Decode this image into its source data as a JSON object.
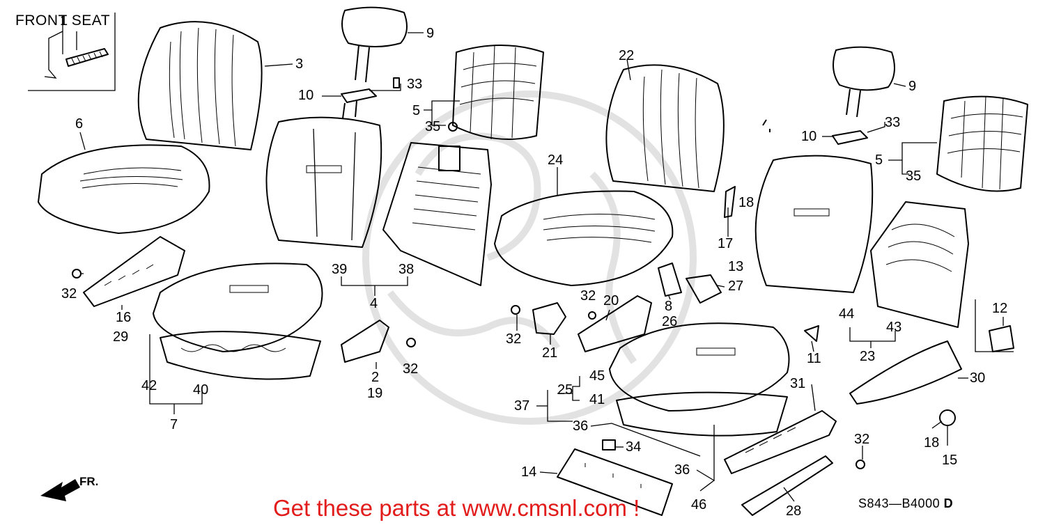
{
  "title": "FRONT SEAT",
  "diagram_code": "S843—B4000",
  "diagram_suffix": "D",
  "banner": "Get these parts at www.cmsnl.com !",
  "direction_label": "FR.",
  "callouts": [
    {
      "id": "c3",
      "text": "3"
    },
    {
      "id": "c6",
      "text": "6"
    },
    {
      "id": "c9a",
      "text": "9"
    },
    {
      "id": "c10a",
      "text": "10"
    },
    {
      "id": "c33a",
      "text": "33"
    },
    {
      "id": "c5a",
      "text": "5"
    },
    {
      "id": "c35a",
      "text": "35"
    },
    {
      "id": "c22",
      "text": "22"
    },
    {
      "id": "c9b",
      "text": "9"
    },
    {
      "id": "c10b",
      "text": "10"
    },
    {
      "id": "c33b",
      "text": "33"
    },
    {
      "id": "c5b",
      "text": "5"
    },
    {
      "id": "c35b",
      "text": "35"
    },
    {
      "id": "c24",
      "text": "24"
    },
    {
      "id": "c18a",
      "text": "18"
    },
    {
      "id": "c17",
      "text": "17"
    },
    {
      "id": "c13",
      "text": "13"
    },
    {
      "id": "c27",
      "text": "27"
    },
    {
      "id": "c8",
      "text": "8"
    },
    {
      "id": "c26",
      "text": "26"
    },
    {
      "id": "c39",
      "text": "39"
    },
    {
      "id": "c38",
      "text": "38"
    },
    {
      "id": "c4",
      "text": "4"
    },
    {
      "id": "c32a",
      "text": "32"
    },
    {
      "id": "c16",
      "text": "16"
    },
    {
      "id": "c29",
      "text": "29"
    },
    {
      "id": "c32b",
      "text": "32"
    },
    {
      "id": "c20",
      "text": "20"
    },
    {
      "id": "c32c",
      "text": "32"
    },
    {
      "id": "c21",
      "text": "21"
    },
    {
      "id": "c2",
      "text": "2"
    },
    {
      "id": "c19",
      "text": "19"
    },
    {
      "id": "c32d",
      "text": "32"
    },
    {
      "id": "c42",
      "text": "42"
    },
    {
      "id": "c40",
      "text": "40"
    },
    {
      "id": "c7",
      "text": "7"
    },
    {
      "id": "c44",
      "text": "44"
    },
    {
      "id": "c43",
      "text": "43"
    },
    {
      "id": "c23",
      "text": "23"
    },
    {
      "id": "c12",
      "text": "12"
    },
    {
      "id": "c11",
      "text": "11"
    },
    {
      "id": "c45",
      "text": "45"
    },
    {
      "id": "c25",
      "text": "25"
    },
    {
      "id": "c41",
      "text": "41"
    },
    {
      "id": "c37",
      "text": "37"
    },
    {
      "id": "c36a",
      "text": "36"
    },
    {
      "id": "c31",
      "text": "31"
    },
    {
      "id": "c30",
      "text": "30"
    },
    {
      "id": "c34",
      "text": "34"
    },
    {
      "id": "c14",
      "text": "14"
    },
    {
      "id": "c36b",
      "text": "36"
    },
    {
      "id": "c46",
      "text": "46"
    },
    {
      "id": "c32e",
      "text": "32"
    },
    {
      "id": "c18b",
      "text": "18"
    },
    {
      "id": "c15",
      "text": "15"
    },
    {
      "id": "c28",
      "text": "28"
    },
    {
      "id": "c1",
      "text": "1"
    }
  ]
}
